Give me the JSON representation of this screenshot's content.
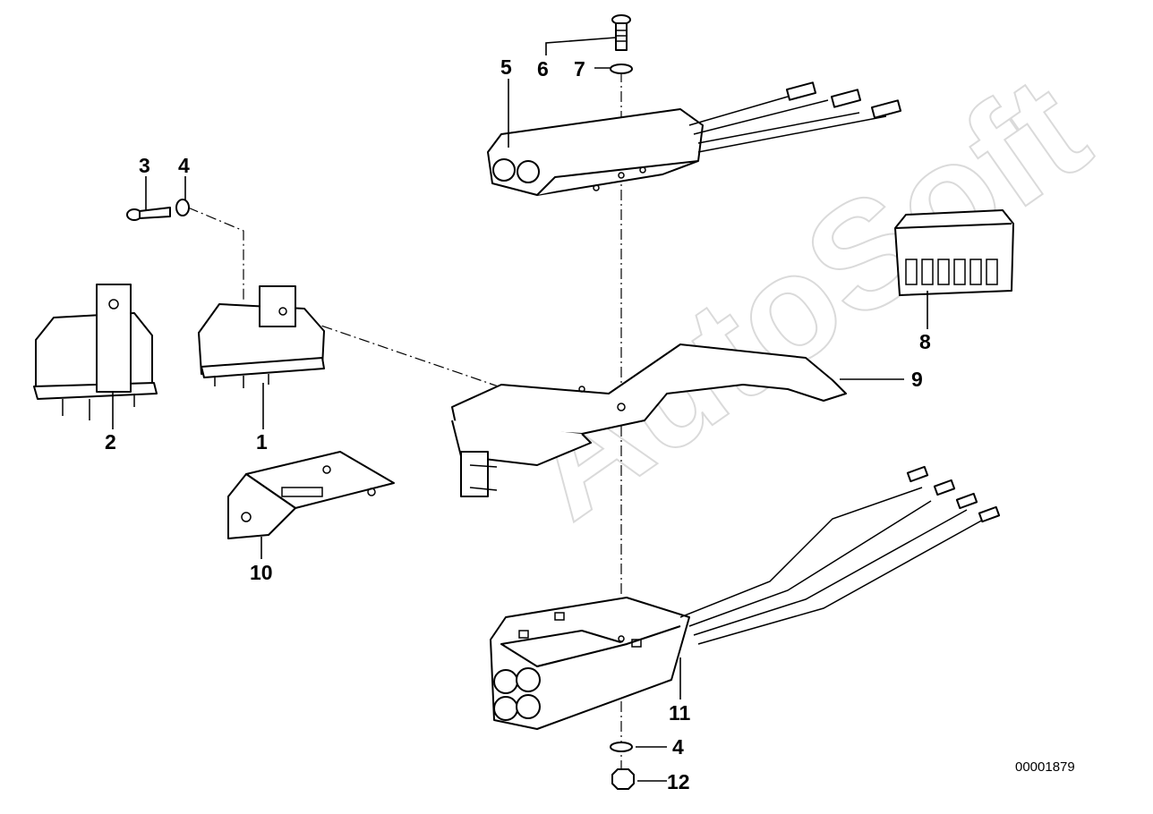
{
  "diagram": {
    "watermark": "AutoSoft",
    "document_number": "00001879",
    "callouts": [
      {
        "id": "c1",
        "label": "1"
      },
      {
        "id": "c2",
        "label": "2"
      },
      {
        "id": "c3",
        "label": "3"
      },
      {
        "id": "c4a",
        "label": "4"
      },
      {
        "id": "c5",
        "label": "5"
      },
      {
        "id": "c6",
        "label": "6"
      },
      {
        "id": "c7",
        "label": "7"
      },
      {
        "id": "c8",
        "label": "8"
      },
      {
        "id": "c9",
        "label": "9"
      },
      {
        "id": "c10",
        "label": "10"
      },
      {
        "id": "c11",
        "label": "11"
      },
      {
        "id": "c4b",
        "label": "4"
      },
      {
        "id": "c12",
        "label": "12"
      }
    ]
  }
}
